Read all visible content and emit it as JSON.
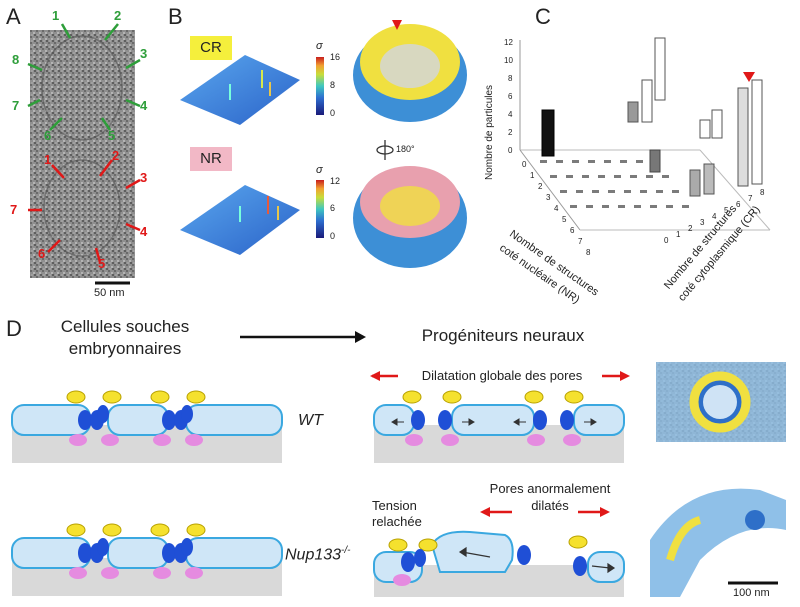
{
  "panels": {
    "a": "A",
    "b": "B",
    "c": "C",
    "d": "D"
  },
  "panel_a": {
    "green_numbers": [
      "1",
      "2",
      "3",
      "4",
      "5",
      "6",
      "7",
      "8"
    ],
    "red_numbers": [
      "1",
      "2",
      "3",
      "4",
      "5",
      "6",
      "7"
    ],
    "scale": "50 nm"
  },
  "panel_b": {
    "cr_label": "CR",
    "nr_label": "NR",
    "sigma": "σ",
    "cr_scale": {
      "max": "16",
      "mid": "8",
      "min": "0"
    },
    "nr_scale": {
      "max": "12",
      "mid": "6",
      "min": "0"
    },
    "rotation": "180°",
    "colors": {
      "cr_badge": "#f5ef3c",
      "nr_badge": "#f2b8c6",
      "cr_ring": "#f0e040",
      "nr_ring": "#e8a0ae",
      "scaffold": "#3d8fd6"
    }
  },
  "panel_c": {
    "ylabel": "Nombre de particules",
    "yticks": [
      "0",
      "2",
      "4",
      "6",
      "8",
      "10",
      "12"
    ],
    "nr_axis_label_1": "Nombre de structures",
    "nr_axis_label_2": "coté nucléaire (NR)",
    "cr_axis_label_1": "Nombre de structures",
    "cr_axis_label_2": "coté cytoplasmique (CR)",
    "nr_ticks": [
      "0",
      "1",
      "2",
      "3",
      "4",
      "5",
      "6",
      "7",
      "8"
    ],
    "cr_ticks": [
      "0",
      "1",
      "2",
      "3",
      "4",
      "5",
      "6",
      "7",
      "8"
    ]
  },
  "panel_d": {
    "left_title_1": "Cellules souches",
    "left_title_2": "embryonnaires",
    "right_title": "Progéniteurs neuraux",
    "dilation_label": "Dilatation globale des pores",
    "wt_label": "WT",
    "mutant_label_base": "Nup133",
    "mutant_label_sup": "-/-",
    "tension_label_1": "Tension",
    "tension_label_2": "relachée",
    "abnormal_label_1": "Pores anormalement",
    "abnormal_label_2": "dilatés",
    "scale": "100 nm",
    "colors": {
      "membrane": "#cfe6f7",
      "membrane_edge": "#3aa8e0",
      "nup": "#1f4fd6",
      "nup_ring": "#f5e12e",
      "nup_pink": "#e58be0",
      "arrow_red": "#e01818"
    }
  }
}
